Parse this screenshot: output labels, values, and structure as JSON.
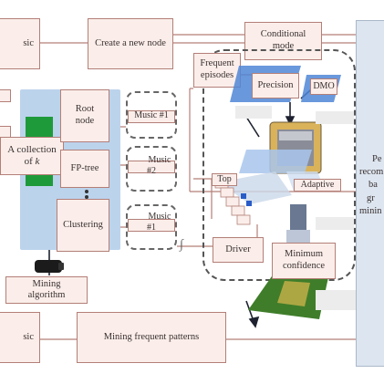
{
  "nodes": {
    "create_node": "Create a new node",
    "conditional_mode_l1": "Conditional",
    "conditional_mode_l2": "mode",
    "frequent_episodes_l1": "Frequent",
    "frequent_episodes_l2": "episodes",
    "precision": "Precision",
    "dmo": "DMO",
    "root_node_l1": "Root",
    "root_node_l2": "node",
    "collection_l1": "A collection",
    "collection_l2": "of",
    "collection_var": "k",
    "fp_tree": "FP-tree",
    "clustering": "Clustering",
    "music1_top": "Music #1",
    "music2_l1": "Music",
    "music2_l2": "#2",
    "music1_bottom_l1": "Music",
    "music1_bottom_l2": "#1",
    "top": "Top",
    "adaptive": "Adaptive",
    "driver": "Driver",
    "minimum_confidence_l1": "Minimum",
    "minimum_confidence_l2": "confidence",
    "mining_algorithm_l1": "Mining",
    "mining_algorithm_l2": "algorithm",
    "mining_frequent_patterns": "Mining frequent patterns",
    "left_top_partial": "sic",
    "left_bottom_partial": "sic"
  },
  "right_partial_text": [
    "Pe",
    "recom",
    "ba",
    "gr",
    "minin"
  ],
  "colors": {
    "box_fill": "#fbeeea",
    "box_border": "#b37f78",
    "panel_blue": "#bcd3ec",
    "green": "#1f9a3a",
    "line": "#b37f78",
    "chip_blue": "#4f86d6"
  }
}
